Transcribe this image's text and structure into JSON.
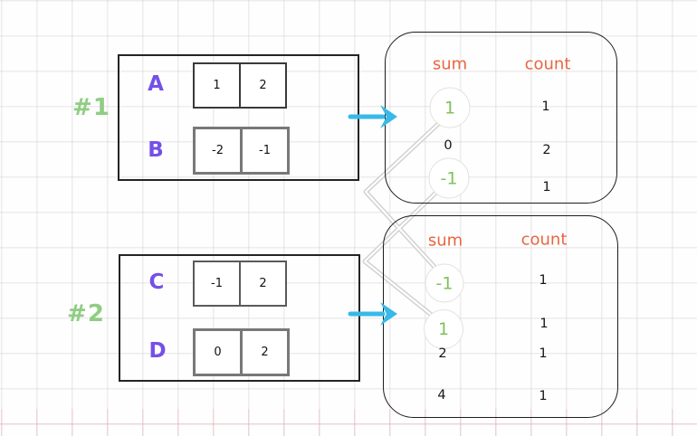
{
  "diagram": {
    "description": "4Sum-II style diagram: pair sums of arrays A+B and C+D with counts; matching opposite sums circled and connected"
  },
  "groups": {
    "g1": {
      "label": "#1"
    },
    "g2": {
      "label": "#2"
    }
  },
  "arrays": {
    "a": {
      "name": "A",
      "values": [
        "1",
        "2"
      ]
    },
    "b": {
      "name": "B",
      "values": [
        "-2",
        "-1"
      ]
    },
    "c": {
      "name": "C",
      "values": [
        "-1",
        "2"
      ]
    },
    "d": {
      "name": "D",
      "values": [
        "0",
        "2"
      ]
    }
  },
  "table1": {
    "sum_header": "sum",
    "count_header": "count",
    "rows": [
      {
        "sum": "1",
        "count": "1",
        "circled": true
      },
      {
        "sum": "0",
        "count": "2",
        "circled": false
      },
      {
        "sum": "-1",
        "count": "1",
        "circled": true
      }
    ]
  },
  "table2": {
    "sum_header": "sum",
    "count_header": "count",
    "rows": [
      {
        "sum": "-1",
        "count": "1",
        "circled": true
      },
      {
        "sum": "1",
        "count": "1",
        "circled": true
      },
      {
        "sum": "2",
        "count": "1",
        "circled": false
      },
      {
        "sum": "4",
        "count": "1",
        "circled": false
      }
    ]
  },
  "connections": [
    {
      "from": "table1 sum 1",
      "to": "table2 sum -1"
    },
    {
      "from": "table1 sum -1",
      "to": "table2 sum 1"
    }
  ],
  "icons": {
    "arrow1": "right-arrow",
    "arrow2": "right-arrow"
  },
  "colors": {
    "accent_purple": "#7450e8",
    "accent_green": "#8fcd83",
    "circle_green": "#7fc25a",
    "header_orange": "#e9653f",
    "arrow_cyan": "#38b9e8",
    "connector_gray": "#d0d0d0"
  }
}
